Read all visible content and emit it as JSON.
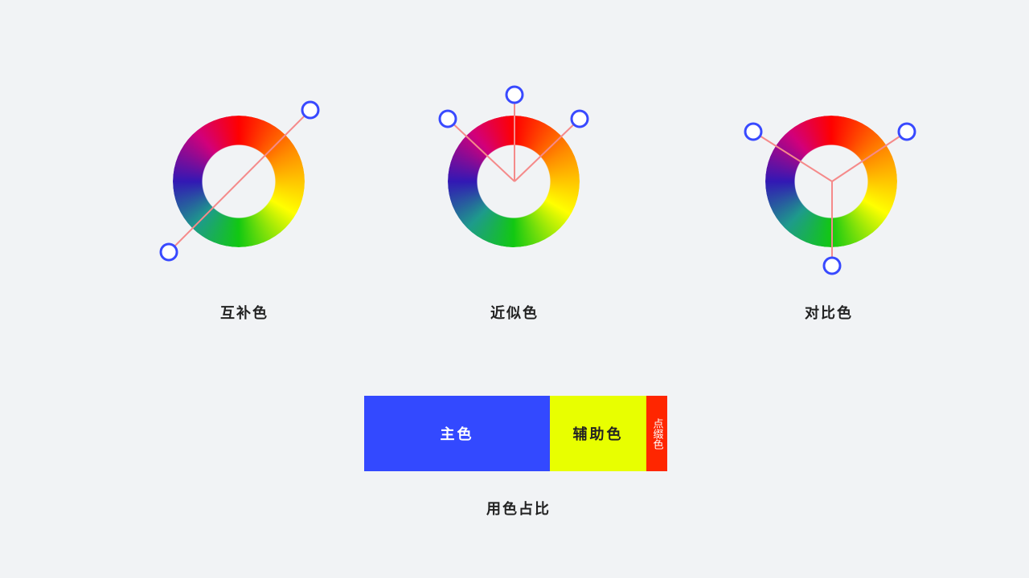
{
  "wheels": [
    {
      "label": "互补色"
    },
    {
      "label": "近似色"
    },
    {
      "label": "对比色"
    }
  ],
  "wheel_colors": {
    "red": "#ff0000",
    "orange": "#ff8c00",
    "yellow": "#ffff00",
    "green": "#12c812",
    "teal": "#1e9a8c",
    "indigo": "#3218b4",
    "magenta": "#d2007a"
  },
  "line_color": "#f58a8a",
  "handle_color": "#3849ff",
  "usage_ratio": {
    "title": "用色占比",
    "segments": [
      {
        "label": "主色",
        "color": "#3349ff",
        "text_color": "#ffffff",
        "share": 0.614
      },
      {
        "label": "辅助色",
        "color": "#e8ff00",
        "text_color": "#222222",
        "share": 0.317
      },
      {
        "label": "点缀色",
        "color": "#ff2600",
        "text_color": "#ffffff",
        "share": 0.069
      }
    ]
  }
}
